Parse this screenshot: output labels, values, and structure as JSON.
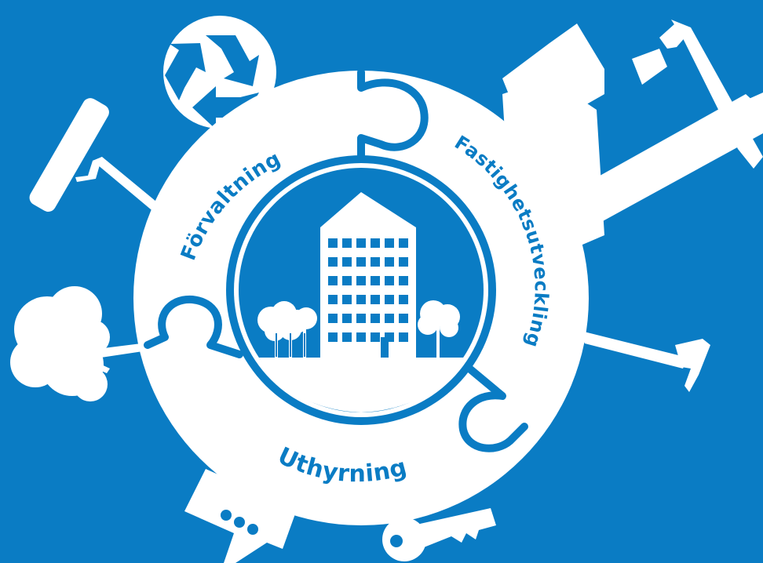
{
  "colors": {
    "background": "#0a7cc4",
    "foreground": "#ffffff"
  },
  "segments": [
    {
      "label": "Förvaltning",
      "icon": "paint-roller-icon"
    },
    {
      "label": "Fastighetsutveckling",
      "icon": "construction-icon"
    },
    {
      "label": "Uthyrning",
      "icon": "key-icon"
    }
  ],
  "center": {
    "icon": "apartment-building-icon"
  },
  "icons": [
    "recycle-icon",
    "paint-roller-icon",
    "tree-icon",
    "chat-bubble-icon",
    "key-icon",
    "hammer-icon",
    "pickaxe-icon",
    "construction-site-icon"
  ]
}
